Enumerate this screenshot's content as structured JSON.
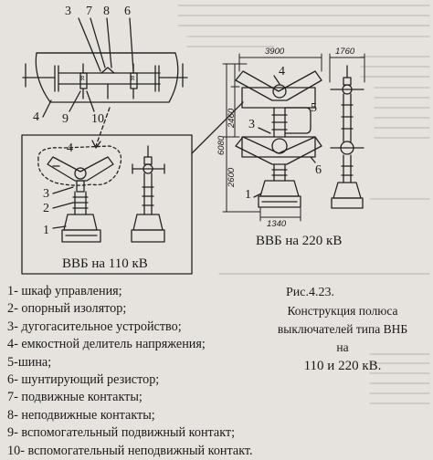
{
  "figure": {
    "number": "Рис.4.23.",
    "title_lines": [
      "Конструкция полюса",
      "выключателей типа ВНБ на",
      "110 и  220 кВ."
    ]
  },
  "captions": {
    "vvb110": "ВВБ на 110 кВ",
    "vvb220": "ВВБ на 220 кВ"
  },
  "legend": [
    "1- шкаф управления;",
    "2- опорный изолятор;",
    "3- дугогасительное устройство;",
    "4- емкостной делитель напряжения;",
    "5-шина;",
    "6- шунтирующий резистор;",
    "7- подвижные контакты;",
    "8- неподвижные контакты;",
    "9- вспомогательный подвижный контакт;",
    "10- вспомогательный неподвижный контакт."
  ],
  "schematic_labels": [
    "3",
    "7",
    "8",
    "6",
    "4",
    "9",
    "10"
  ],
  "schematic_r_labels": [
    "R",
    "R"
  ],
  "vvb110_labels": [
    "4",
    "3",
    "2",
    "1"
  ],
  "vvb220_labels": [
    "4",
    "5",
    "3",
    "1",
    "6"
  ],
  "dimensions": {
    "d3900": "3900",
    "d1760": "1760",
    "d1340": "1340",
    "d2460": "2460",
    "d6080": "6080",
    "d2600": "2600"
  }
}
